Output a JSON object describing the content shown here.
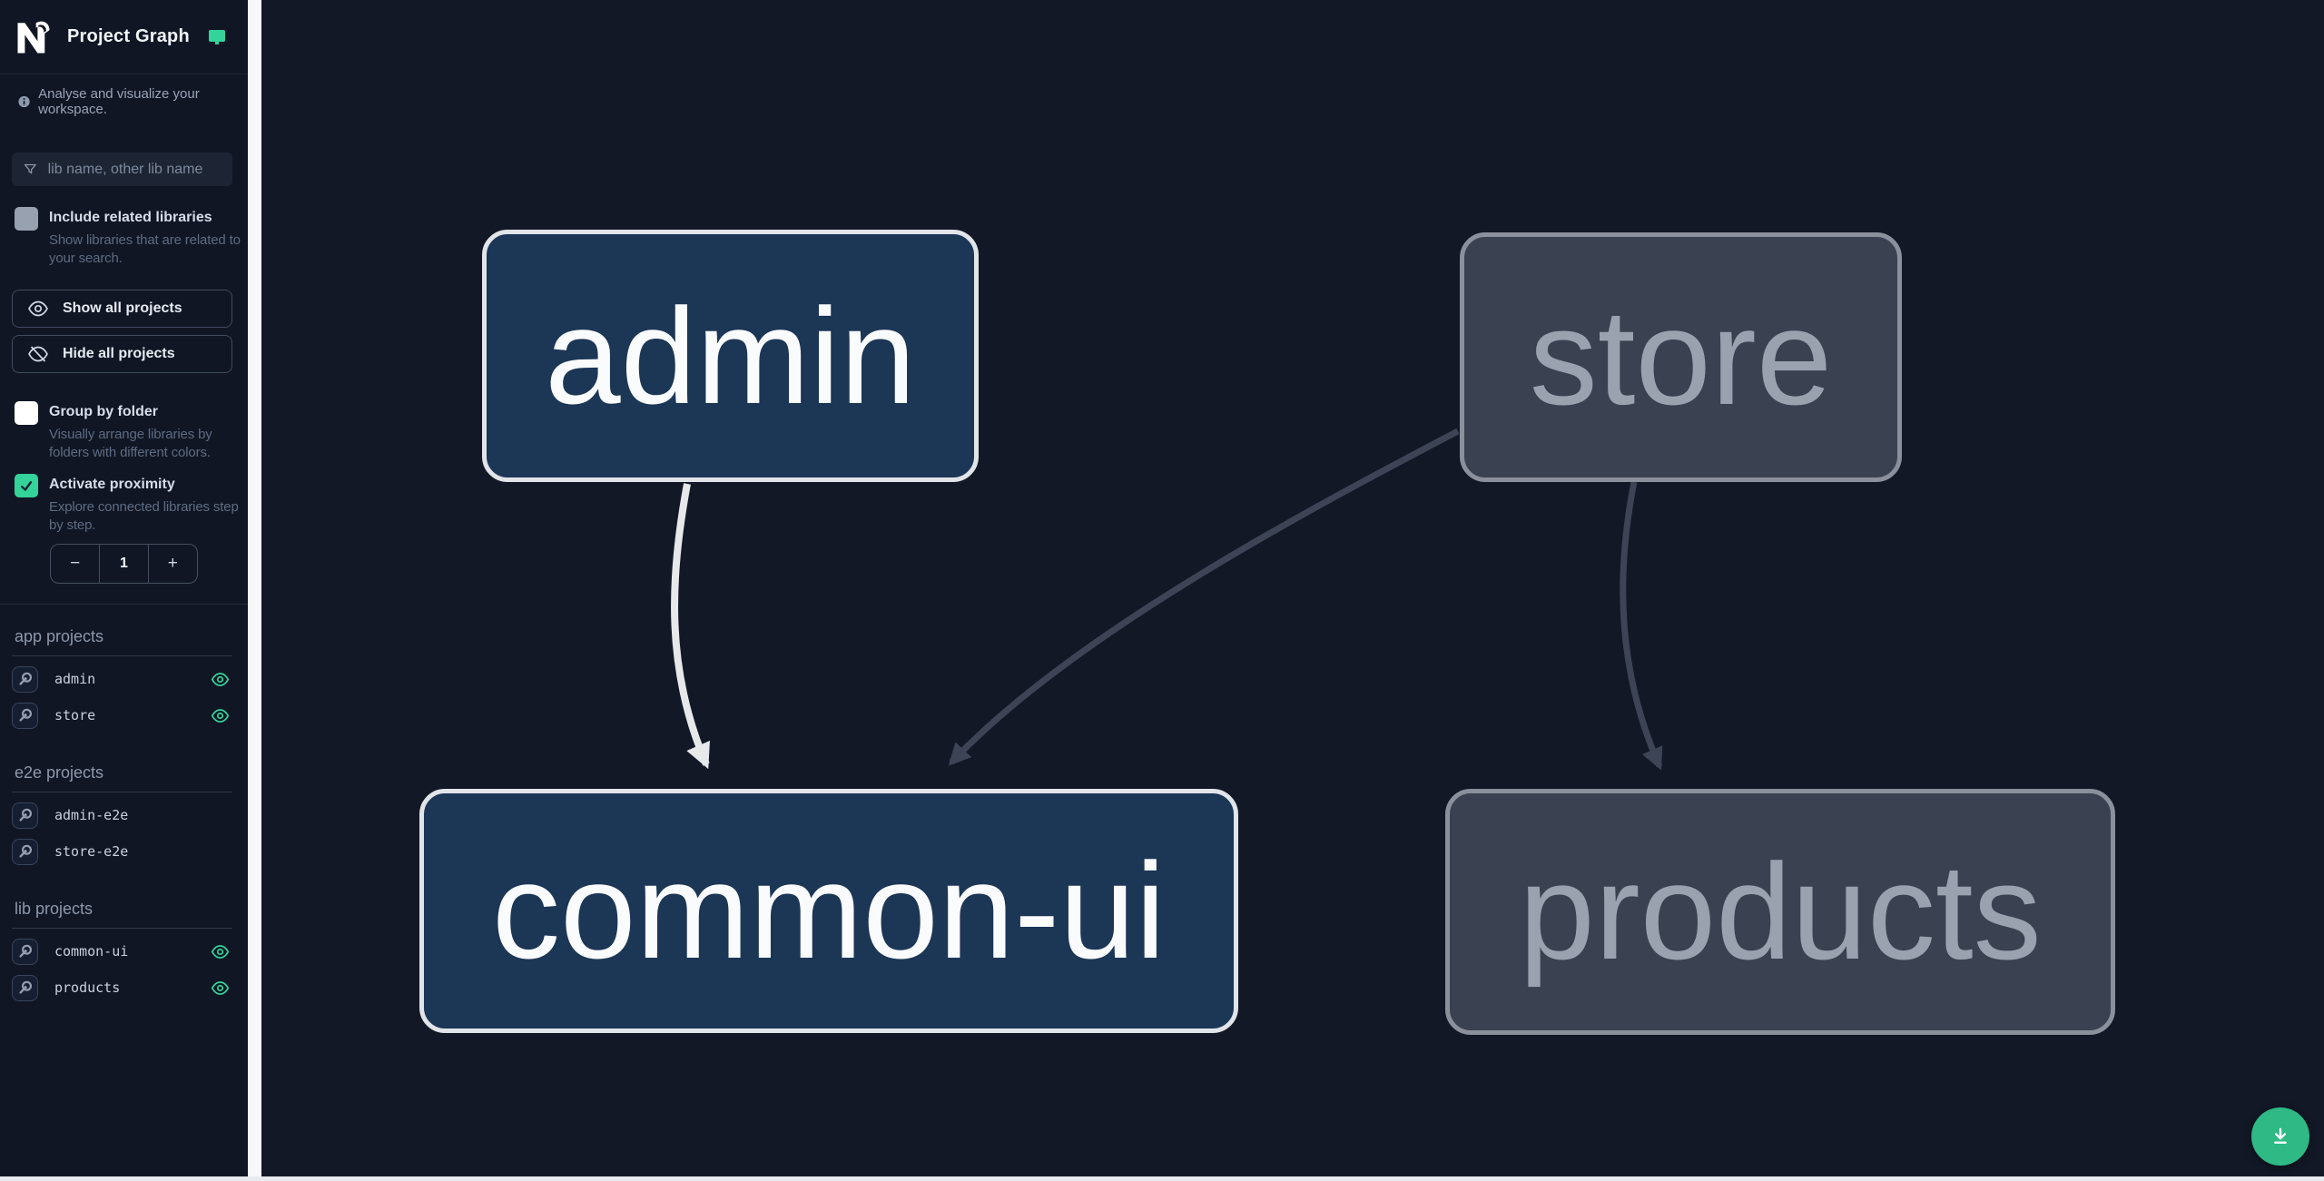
{
  "app": {
    "title": "Project Graph",
    "subtitle": "Analyse and visualize your workspace."
  },
  "search": {
    "placeholder": "lib name, other lib name"
  },
  "controls": {
    "include_related": {
      "label": "Include related libraries",
      "description": "Show libraries that are related to your search.",
      "checked": false
    },
    "show_all_label": "Show all projects",
    "hide_all_label": "Hide all projects",
    "group_by_folder": {
      "label": "Group by folder",
      "description": "Visually arrange libraries by folders with different colors.",
      "checked": false
    },
    "activate_proximity": {
      "label": "Activate proximity",
      "description": "Explore connected libraries step by step.",
      "checked": true
    },
    "proximity": {
      "minus": "−",
      "value": "1",
      "plus": "+"
    }
  },
  "sections": [
    {
      "heading": "app projects",
      "items": [
        {
          "name": "admin",
          "visible": true
        },
        {
          "name": "store",
          "visible": true
        }
      ]
    },
    {
      "heading": "e2e projects",
      "items": [
        {
          "name": "admin-e2e",
          "visible": false
        },
        {
          "name": "store-e2e",
          "visible": false
        }
      ]
    },
    {
      "heading": "lib projects",
      "items": [
        {
          "name": "common-ui",
          "visible": true
        },
        {
          "name": "products",
          "visible": true
        }
      ]
    }
  ],
  "graph": {
    "nodes": [
      {
        "id": "admin",
        "label": "admin",
        "type": "app",
        "focused": true
      },
      {
        "id": "store",
        "label": "store",
        "type": "app",
        "focused": false
      },
      {
        "id": "common-ui",
        "label": "common-ui",
        "type": "lib",
        "focused": true
      },
      {
        "id": "products",
        "label": "products",
        "type": "lib",
        "focused": false
      }
    ],
    "edges": [
      {
        "source": "admin",
        "target": "common-ui",
        "highlighted": true
      },
      {
        "source": "store",
        "target": "common-ui",
        "highlighted": false
      },
      {
        "source": "store",
        "target": "products",
        "highlighted": false
      }
    ]
  },
  "colors": {
    "accent_green": "#34d399",
    "fab_green": "#2eb985",
    "node_focused_bg": "#1c3656",
    "node_focused_border": "#e1e4e9",
    "node_unfocused_bg": "#3a4150",
    "node_unfocused_border": "#8a909c",
    "edge_highlight": "#e6e8ea",
    "edge_dim": "#3d4455",
    "sidebar_bg": "#101624",
    "canvas_bg": "#121826"
  }
}
